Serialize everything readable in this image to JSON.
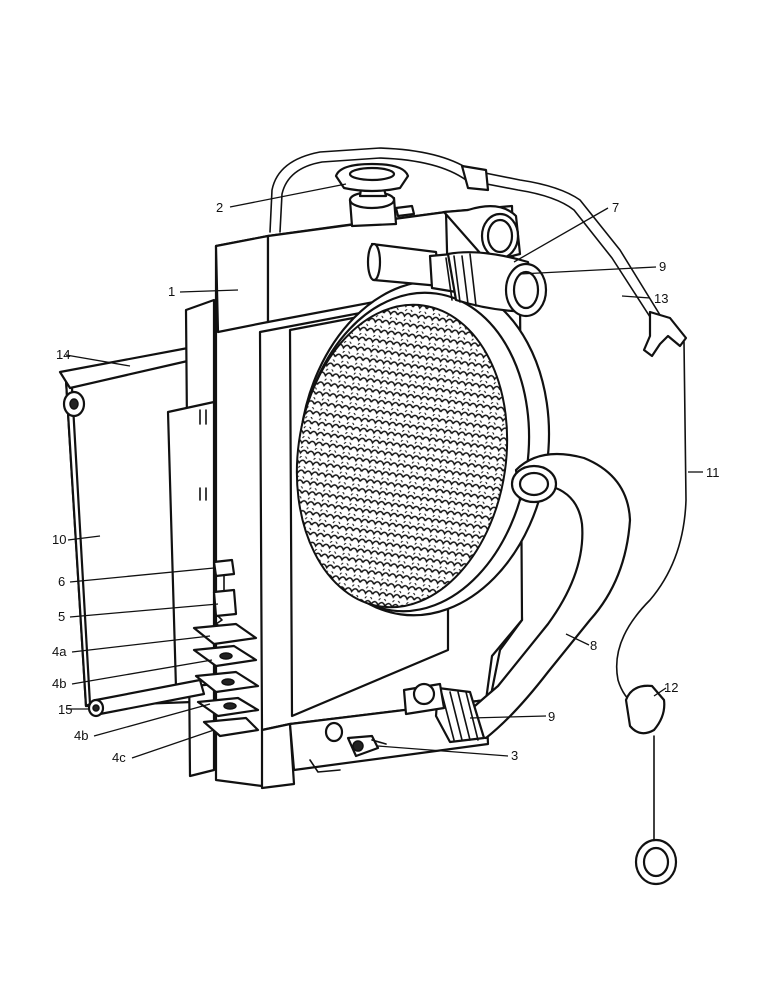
{
  "callouts": {
    "c1": "1",
    "c2": "2",
    "c3": "3",
    "c4a": "4a",
    "c4b_upper": "4b",
    "c4b_lower": "4b",
    "c4c": "4c",
    "c5": "5",
    "c6": "6",
    "c7": "7",
    "c8": "8",
    "c9_upper": "9",
    "c9_lower": "9",
    "c10": "10",
    "c11": "11",
    "c12": "12",
    "c13": "13",
    "c14": "14",
    "c15": "15"
  }
}
